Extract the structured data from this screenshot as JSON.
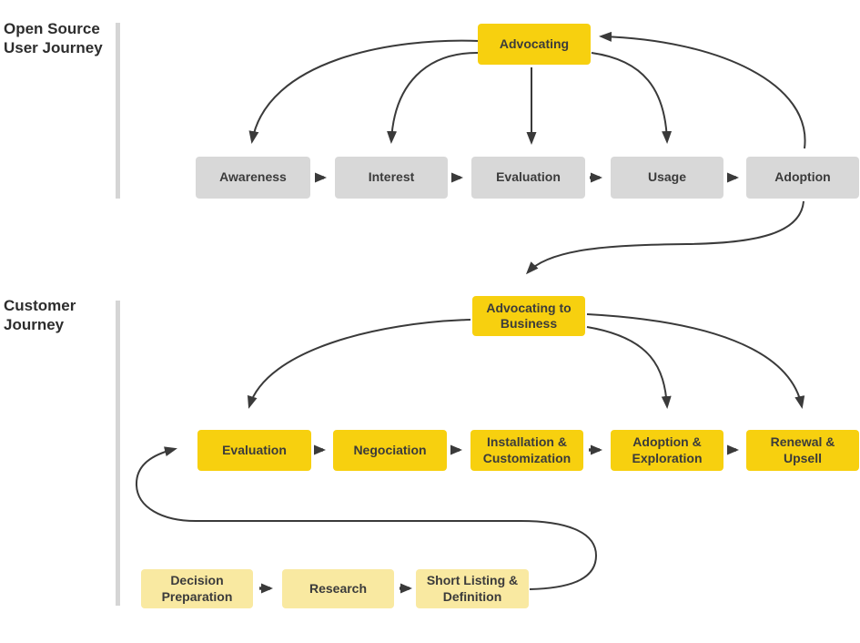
{
  "colors": {
    "hub_yellow": "#F7D00F",
    "stage_gray": "#D8D8D8",
    "pre_stage_pale_yellow": "#F9E9A1",
    "arrow": "#3a3a3a",
    "text": "#3b3b3b",
    "separator": "#d5d5d5",
    "background": "#ffffff"
  },
  "sections": [
    {
      "id": "open-source-user-journey",
      "title_lines": [
        "Open Source",
        "User Journey"
      ],
      "hub": {
        "label": "Advocating"
      },
      "stages": [
        {
          "label": "Awareness"
        },
        {
          "label": "Interest"
        },
        {
          "label": "Evaluation"
        },
        {
          "label": "Usage"
        },
        {
          "label": "Adoption"
        }
      ]
    },
    {
      "id": "customer-journey",
      "title_lines": [
        "Customer",
        "Journey"
      ],
      "hub": {
        "label": "Advocating to Business"
      },
      "stages": [
        {
          "label": "Evaluation"
        },
        {
          "label": "Negociation"
        },
        {
          "label": "Installation & Customization"
        },
        {
          "label": "Adoption & Exploration"
        },
        {
          "label": "Renewal & Upsell"
        }
      ],
      "pre_stages": [
        {
          "label": "Decision Preparation"
        },
        {
          "label": "Research"
        },
        {
          "label": "Short Listing & Definition"
        }
      ]
    }
  ],
  "edges": [
    {
      "from": "Advocating",
      "to": "Awareness"
    },
    {
      "from": "Advocating",
      "to": "Interest"
    },
    {
      "from": "Advocating",
      "to": "Evaluation"
    },
    {
      "from": "Advocating",
      "to": "Usage"
    },
    {
      "from": "Adoption",
      "to": "Advocating"
    },
    {
      "from": "Awareness",
      "to": "Interest"
    },
    {
      "from": "Interest",
      "to": "Evaluation"
    },
    {
      "from": "Evaluation",
      "to": "Usage"
    },
    {
      "from": "Usage",
      "to": "Adoption"
    },
    {
      "from": "Adoption",
      "to": "Advocating to Business"
    },
    {
      "from": "Advocating to Business",
      "to": "Evaluation (customer)"
    },
    {
      "from": "Advocating to Business",
      "to": "Adoption & Exploration"
    },
    {
      "from": "Advocating to Business",
      "to": "Renewal & Upsell"
    },
    {
      "from": "Evaluation (customer)",
      "to": "Negociation"
    },
    {
      "from": "Negociation",
      "to": "Installation & Customization"
    },
    {
      "from": "Installation & Customization",
      "to": "Adoption & Exploration"
    },
    {
      "from": "Adoption & Exploration",
      "to": "Renewal & Upsell"
    },
    {
      "from": "Decision Preparation",
      "to": "Research"
    },
    {
      "from": "Research",
      "to": "Short Listing & Definition"
    },
    {
      "from": "Short Listing & Definition",
      "to": "Evaluation (customer)"
    }
  ]
}
